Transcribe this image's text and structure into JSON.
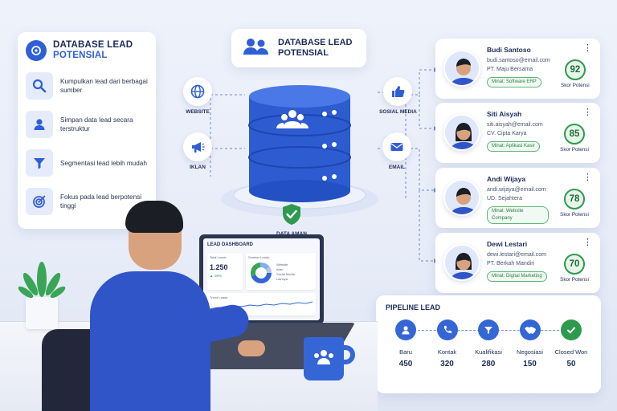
{
  "left_panel": {
    "title_line1": "DATABASE LEAD",
    "title_line2": "POTENSIAL",
    "items": [
      {
        "icon": "search-icon",
        "text": "Kumpulkan lead dari berbagai sumber"
      },
      {
        "icon": "user-icon",
        "text": "Simpan data lead secara terstruktur"
      },
      {
        "icon": "funnel-icon",
        "text": "Segmentasi lead lebih mudah"
      },
      {
        "icon": "target-icon",
        "text": "Fokus pada lead berpotensi tinggi"
      }
    ]
  },
  "center_title": {
    "line1": "DATABASE LEAD",
    "line2": "POTENSIAL"
  },
  "sources": {
    "website": "WEBSITE",
    "iklan": "IKLAN",
    "sosial_media": "SOSIAL MEDIA",
    "email": "EMAIL"
  },
  "security_label": "DATA AMAN",
  "leads": [
    {
      "name": "Budi Santoso",
      "email": "budi.santoso@email.com",
      "company": "PT. Maju Bersama",
      "interest": "Minat: Software ERP",
      "score": "92",
      "score_label": "Skor Potensi"
    },
    {
      "name": "Siti Aisyah",
      "email": "siti.aisyah@email.com",
      "company": "CV. Cipta Karya",
      "interest": "Minat: Aplikasi Kasir",
      "score": "85",
      "score_label": "Skor Potensi"
    },
    {
      "name": "Andi Wijaya",
      "email": "andi.wijaya@email.com",
      "company": "UD. Sejahtera",
      "interest": "Minat: Website Company",
      "score": "78",
      "score_label": "Skor Potensi"
    },
    {
      "name": "Dewi Lestari",
      "email": "dewi.lestari@email.com",
      "company": "PT. Berkah Mandiri",
      "interest": "Minat: Digital Marketing",
      "score": "70",
      "score_label": "Skor Potensi"
    }
  ],
  "pipeline": {
    "title": "PIPELINE LEAD",
    "stages": [
      {
        "icon": "user-icon",
        "label": "Baru",
        "value": "450"
      },
      {
        "icon": "phone-icon",
        "label": "Kontak",
        "value": "320"
      },
      {
        "icon": "funnel-icon",
        "label": "Kualifikasi",
        "value": "280"
      },
      {
        "icon": "handshake-icon",
        "label": "Negosiasi",
        "value": "150"
      },
      {
        "icon": "check-icon",
        "label": "Closed Won",
        "value": "50"
      }
    ]
  },
  "dashboard": {
    "title": "LEAD DASHBOARD",
    "total_label": "Total Leads",
    "total_value": "1.250",
    "growth": "▲ 18%",
    "sources_label": "Sumber Leads",
    "legend": [
      "Website",
      "Iklan",
      "Social Media",
      "Lainnya"
    ],
    "trend_label": "Trend Leads"
  },
  "colors": {
    "primary": "#2f5fd6",
    "success": "#2e9a4e",
    "background": "#eef2fb"
  }
}
